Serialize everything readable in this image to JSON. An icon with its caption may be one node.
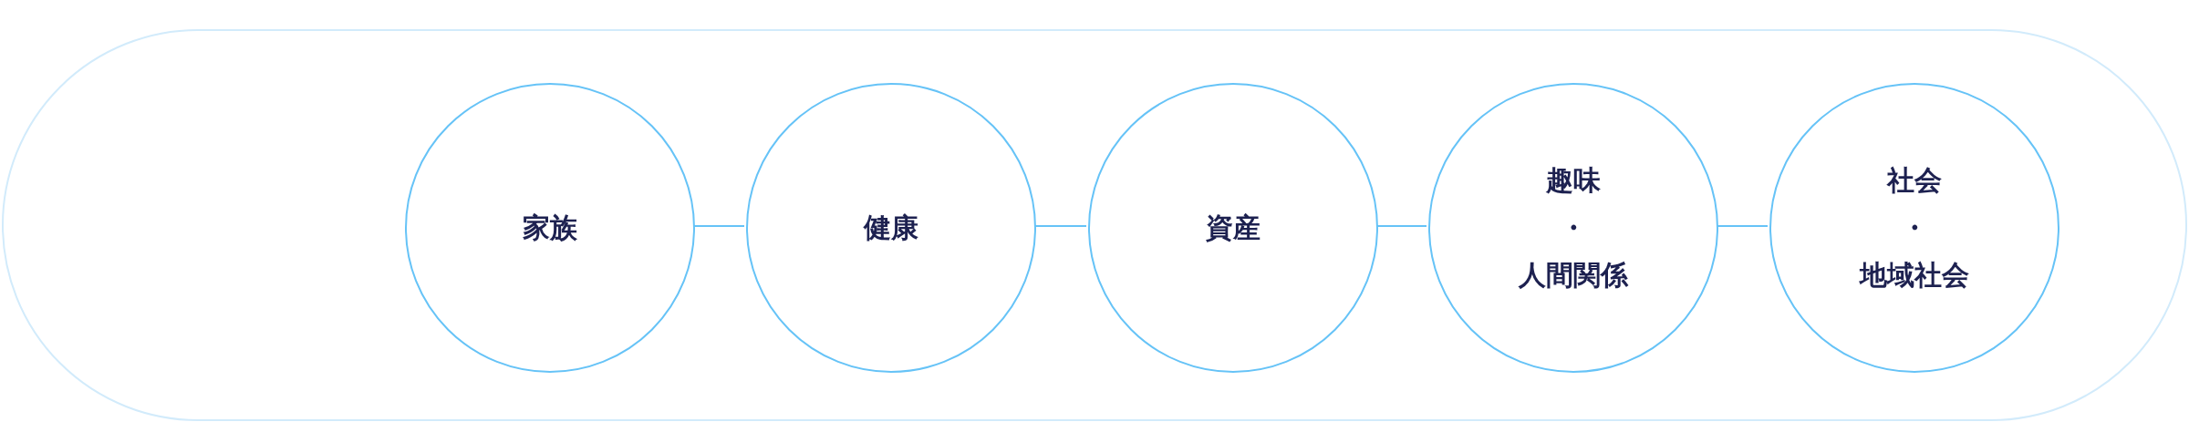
{
  "diagram": {
    "nodes": [
      {
        "text": [],
        "shape": "box"
      },
      {
        "text": [
          "家族"
        ],
        "in": 0
      },
      {
        "text": [
          "健康"
        ],
        "in": 0
      },
      {
        "text": [
          "資産"
        ],
        "in": 0
      },
      {
        "text": [
          "趣味",
          "・",
          "人間関係"
        ],
        "in": 0
      },
      {
        "text": [
          "社会",
          "・",
          "地域社会"
        ],
        "in": 0
      }
    ],
    "edges": [
      {
        "from": 1,
        "to": 2,
        "arrow": "none"
      },
      {
        "from": 2,
        "to": 3,
        "arrow": "none"
      },
      {
        "from": 3,
        "to": 4,
        "arrow": "none"
      },
      {
        "from": 4,
        "to": 5,
        "arrow": "none"
      }
    ]
  }
}
